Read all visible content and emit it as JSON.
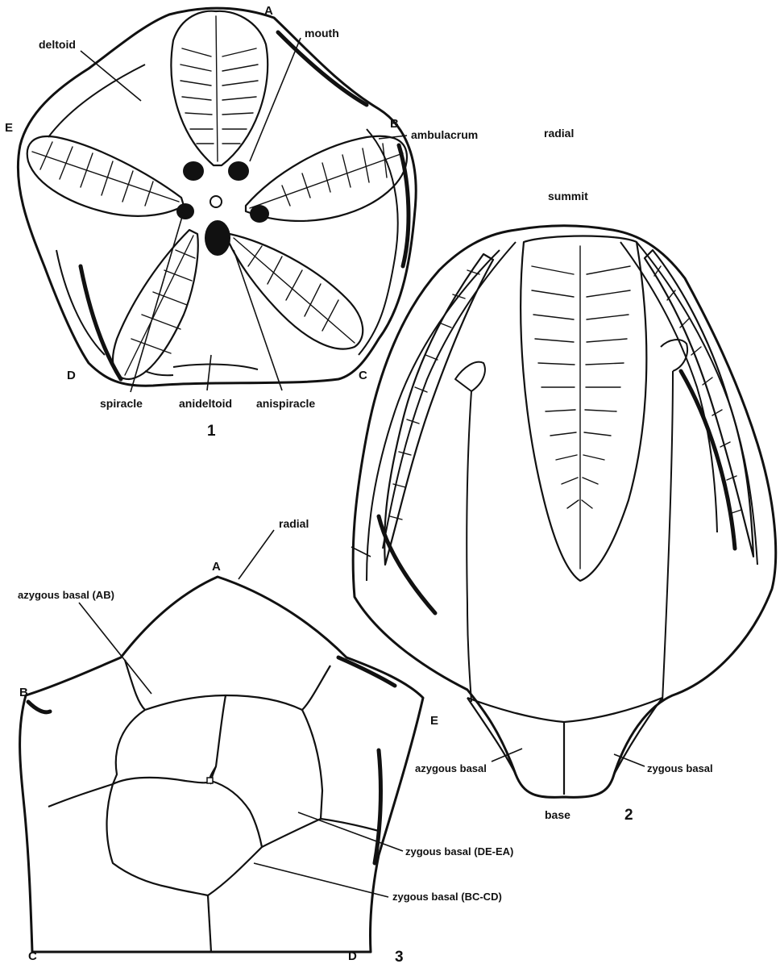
{
  "figure1": {
    "number": "1",
    "labels": {
      "deltoid": "deltoid",
      "mouth": "mouth",
      "ambulacrum": "ambulacrum",
      "spiracle": "spiracle",
      "anideltoid": "anideltoid",
      "anispiracle": "anispiracle"
    },
    "letters": {
      "A": "A",
      "B": "B",
      "C": "C",
      "D": "D",
      "E": "E"
    }
  },
  "figure2": {
    "number": "2",
    "labels": {
      "radial": "radial",
      "summit": "summit",
      "azygous_basal": "azygous basal",
      "zygous_basal": "zygous basal",
      "base": "base"
    }
  },
  "figure3": {
    "number": "3",
    "labels": {
      "radial": "radial",
      "azygous_basal_ab": "azygous basal (AB)",
      "zygous_basal_de_ea": "zygous basal (DE-EA)",
      "zygous_basal_bc_cd": "zygous basal (BC-CD)"
    },
    "letters": {
      "A": "A",
      "B": "B",
      "C": "C",
      "D": "D",
      "E": "E"
    }
  }
}
